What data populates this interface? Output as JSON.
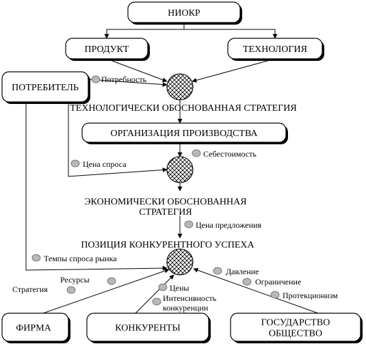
{
  "boxes": {
    "niokr": "НИОКР",
    "produkt": "ПРОДУКТ",
    "tekhnologiya": "ТЕХНОЛОГИЯ",
    "potrebitel": "ПОТРЕБИТЕЛЬ",
    "organizatsiya": "ОРГАНИЗАЦИЯ     ПРОИЗВОДСТВА",
    "firma": "ФИРМА",
    "konkurenty": "КОНКУРЕНТЫ",
    "gosudarstvo_1": "ГОСУДАРСТВО",
    "gosudarstvo_2": "ОБЩЕСТВО"
  },
  "headings": {
    "tekh_strategiya": "ТЕХНОЛОГИЧЕСКИ ОБОСНОВАННАЯ СТРАТЕГИЯ",
    "ekon_strategiya_1": "ЭКОНОМИЧЕСКИ ОБОСНОВАННАЯ",
    "ekon_strategiya_2": "СТРАТЕГИЯ",
    "pozitsiya": "ПОЗИЦИЯ КОНКУРЕНТНОГО УСПЕХА"
  },
  "factors": {
    "potrebnost": "Потребность",
    "sebestoimost": "Себестоимость",
    "tsena_sprosa": "Цена спроса",
    "tsena_predlozheniya": "Цена предложения",
    "tempy_sprosa": "Темпы спроса рынка",
    "strategiya": "Стратегия",
    "resursy": "Ресурсы",
    "tseny": "Цены",
    "intensivnost_1": "Интенсивность",
    "intensivnost_2": "конкуренции",
    "davlenie": "Давление",
    "ogranichenie": "Ограничение",
    "protektsionizm": "Протекционизм"
  }
}
